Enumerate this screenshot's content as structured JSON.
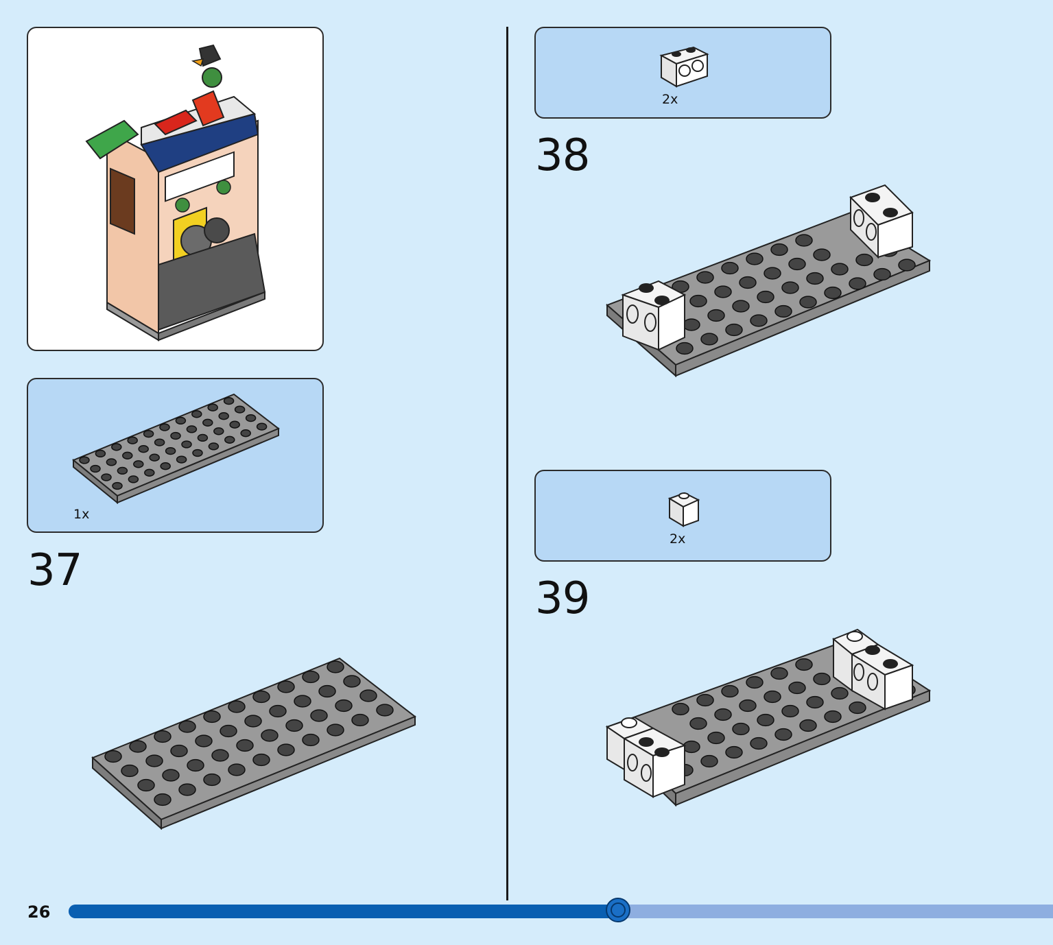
{
  "page": {
    "number": "26"
  },
  "progress": {
    "fraction": 0.562
  },
  "steps": [
    {
      "number": "37",
      "parts": [
        {
          "qty": "1x",
          "part": "gray plate 4x10"
        }
      ]
    },
    {
      "number": "38",
      "parts": [
        {
          "qty": "2x",
          "part": "white brick 1x2 with holes"
        }
      ]
    },
    {
      "number": "39",
      "parts": [
        {
          "qty": "2x",
          "part": "white brick 1x1"
        }
      ]
    }
  ],
  "colors": {
    "background": "#d5ecfb",
    "parts_box": "#b7d8f5",
    "plate_gray": "#9a9a9a",
    "stud_dark": "#3a3a3a",
    "progress_fill": "#0a5fb1",
    "progress_track": "#8eaee0"
  }
}
